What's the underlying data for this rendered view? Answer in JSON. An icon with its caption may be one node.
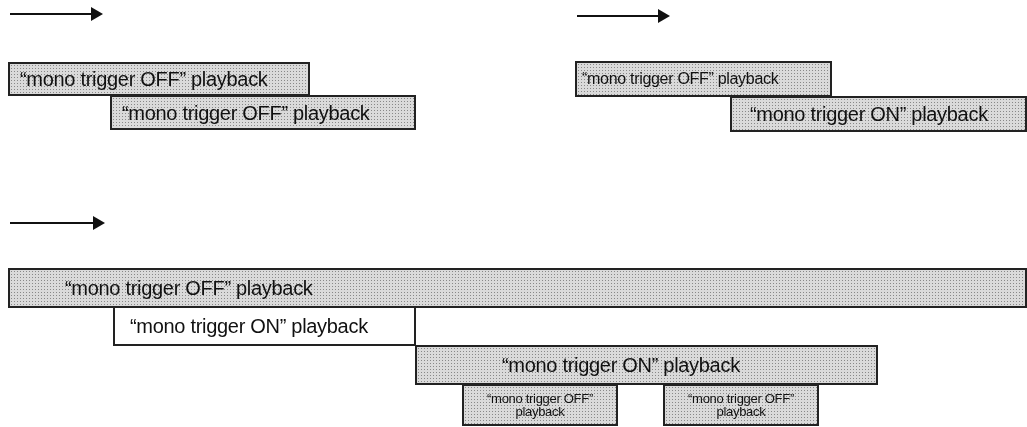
{
  "diagram": {
    "nodes": [
      {
        "text": [
          "“mono trigger OFF” playback"
        ]
      },
      {
        "text": [
          "“mono trigger OFF” playback"
        ]
      },
      {
        "text": [
          "“mono trigger OFF” playback"
        ]
      },
      {
        "text": [
          "“mono trigger ON” playback"
        ]
      },
      {
        "text": [
          "“mono trigger OFF” playback"
        ]
      },
      {
        "text": [
          "“mono trigger ON” playback"
        ]
      },
      {
        "text": [
          "“mono trigger ON” playback"
        ]
      },
      {
        "text": [
          "“mono trigger OFF” playback"
        ]
      },
      {
        "text": [
          "“mono trigger OFF” playback"
        ]
      }
    ]
  }
}
